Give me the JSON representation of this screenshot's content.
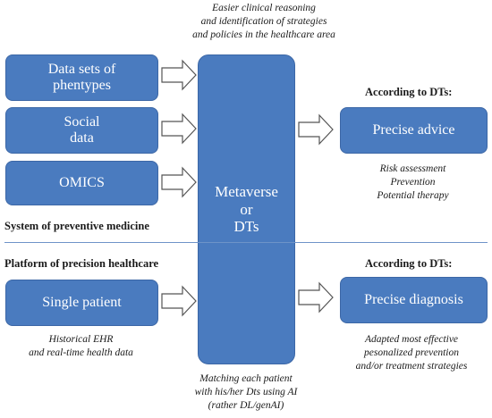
{
  "top_note": "Easier clinical reasoning\nand identification of strategies\nand policies in the healthcare area",
  "inputs": {
    "datasets": "Data sets of\nphentypes",
    "social": "Social\ndata",
    "omics": "OMICS",
    "single_patient": "Single patient"
  },
  "center": "Metaverse\nor\nDTs",
  "upper_section_label": "System of preventive medicine",
  "lower_section_label": "Platform of precision healthcare",
  "outputs": {
    "upper_heading": "According to DTs:",
    "upper_box": "Precise advice",
    "upper_note": "Risk assessment\nPrevention\nPotential therapy",
    "lower_heading": "According to DTs:",
    "lower_box": "Precise diagnosis",
    "lower_note": "Adapted most effective\npesonalized prevention\nand/or treatment strategies"
  },
  "patient_note": "Historical EHR\nand real-time health data",
  "bottom_note": "Matching each patient\nwith his/her Dts using AI\n(rather DL/genAI)",
  "colors": {
    "box_fill": "#4a7bbf",
    "box_border": "#3c67a6",
    "divider": "#6e93c8"
  }
}
